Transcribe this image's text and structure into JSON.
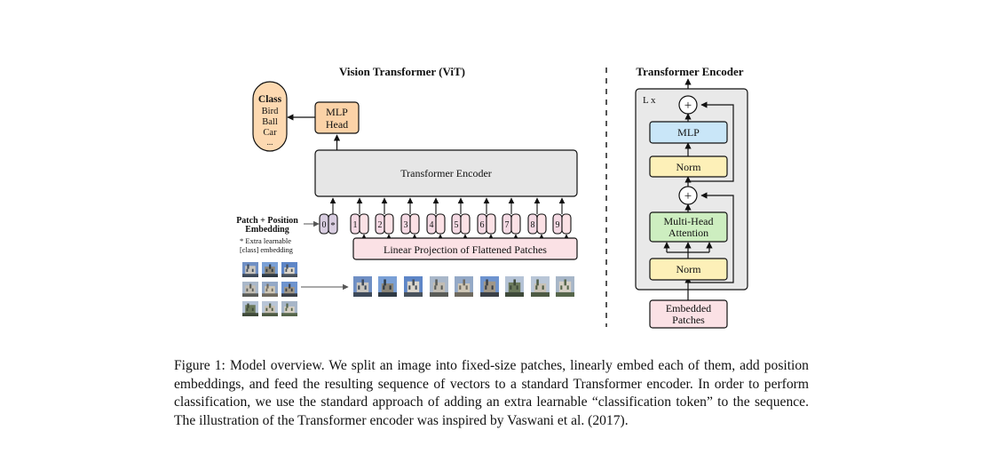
{
  "vit": {
    "title": "Vision Transformer (ViT)",
    "class_box": {
      "heading": "Class",
      "items": [
        "Bird",
        "Ball",
        "Car",
        "..."
      ]
    },
    "mlp_head": [
      "MLP",
      "Head"
    ],
    "encoder_label": "Transformer Encoder",
    "embedding_label": [
      "Patch + Position",
      "Embedding"
    ],
    "extra_note": [
      "* Extra learnable",
      "[class] embedding"
    ],
    "class_token": {
      "index": "0",
      "marker": "*"
    },
    "position_tokens": [
      "1",
      "2",
      "3",
      "4",
      "5",
      "6",
      "7",
      "8",
      "9"
    ],
    "projection_label": "Linear Projection of Flattened Patches"
  },
  "encoder": {
    "title": "Transformer Encoder",
    "repeat_label": "L x",
    "plus_symbol": "+",
    "mlp_label": "MLP",
    "norm_label": "Norm",
    "attention_label": [
      "Multi-Head",
      "Attention"
    ],
    "embedded_patches": [
      "Embedded",
      "Patches"
    ]
  },
  "colors": {
    "class_fill": "#fdd9b1",
    "mlp_head_fill": "#fbd2a7",
    "encoder_fill": "#e6e6e6",
    "token_fill": "#f4d9e3",
    "class_token_fill": "#d8cde0",
    "projection_fill": "#fbe1e5",
    "mlp_fill": "#c9e6f8",
    "norm_fill": "#fdf0b8",
    "attention_fill": "#cdeec0",
    "embedded_fill": "#fbe1e5",
    "encoder_panel_fill": "#e9e9e9"
  },
  "caption": {
    "label": "Figure 1:",
    "text": "Model overview. We split an image into fixed-size patches, linearly embed each of them, add position embeddings, and feed the resulting sequence of vectors to a standard Transformer encoder. In order to perform classification, we use the standard approach of adding an extra learnable “classification token” to the sequence. The illustration of the Transformer encoder was inspired by Vaswani et al. (2017)."
  }
}
